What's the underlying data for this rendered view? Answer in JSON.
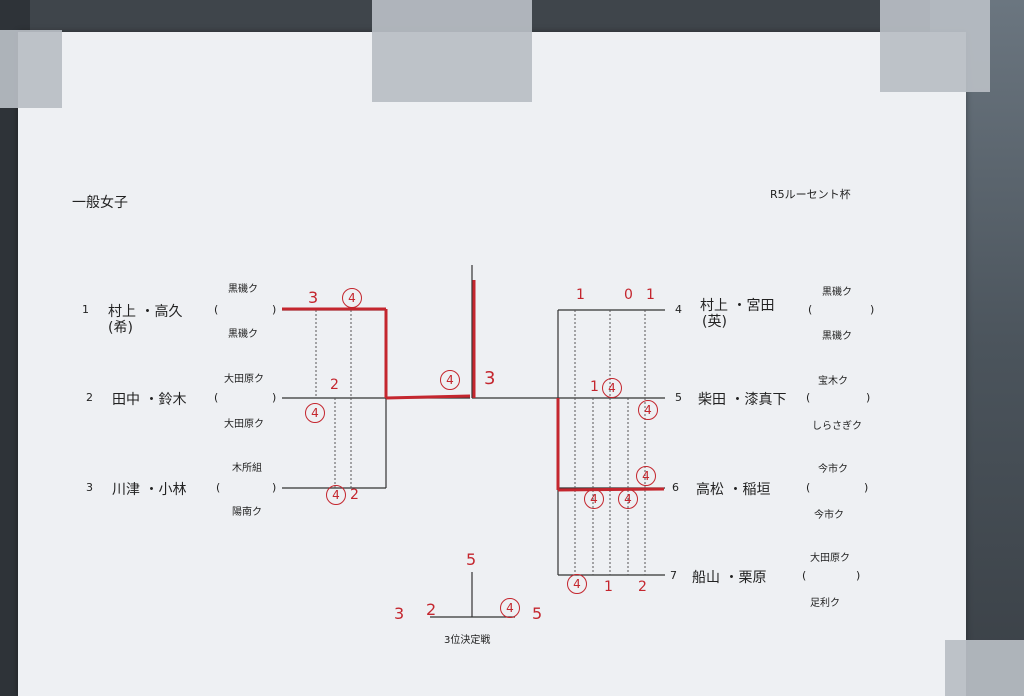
{
  "header": {
    "left_title": "一般女子",
    "right_title": "R5ルーセント杯"
  },
  "players": [
    {
      "seed": "1",
      "names": "村上 ・高久",
      "sub": "(希)",
      "club_top": "黒磯ク",
      "club_bottom": "黒磯ク"
    },
    {
      "seed": "2",
      "names": "田中 ・鈴木",
      "club_top": "大田原ク",
      "club_bottom": "大田原ク"
    },
    {
      "seed": "3",
      "names": "川津 ・小林",
      "club_top": "木所組",
      "club_bottom": "陽南ク"
    },
    {
      "seed": "4",
      "names": "村上 ・宮田",
      "sub": "(英)",
      "club_top": "黒磯ク",
      "club_bottom": "黒磯ク"
    },
    {
      "seed": "5",
      "names": "柴田 ・漆真下",
      "club_top": "宝木ク",
      "club_bottom": "しらさぎク"
    },
    {
      "seed": "6",
      "names": "高松 ・稲垣",
      "club_top": "今市ク",
      "club_bottom": "今市ク"
    },
    {
      "seed": "7",
      "names": "船山 ・栗原",
      "club_top": "大田原ク",
      "club_bottom": "足利ク"
    }
  ],
  "third_place": {
    "label": "3位決定戦"
  },
  "scores": {
    "s1": "3",
    "s2": "4",
    "s3": "2",
    "s4": "4",
    "s5": "4",
    "s6": "2",
    "s7": "4",
    "s8": "3",
    "s9": "1",
    "s10": "0",
    "s11": "1",
    "s12": "1",
    "s13": "4",
    "s14": "4",
    "s15": "4",
    "s16": "4",
    "s17": "4",
    "s18": "4",
    "s19": "1",
    "s20": "2",
    "s21": "5",
    "s22": "3",
    "s23": "2",
    "s24": "4",
    "s25": "5"
  },
  "colors": {
    "ink": "#222222",
    "red_pen": "#c4262e",
    "paper": "#eef0f3"
  }
}
